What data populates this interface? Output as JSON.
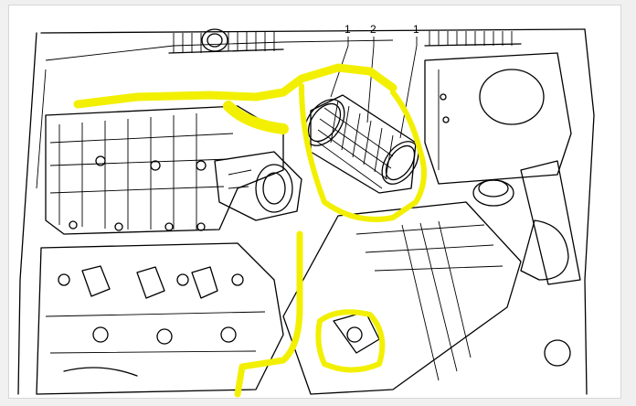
{
  "figure": {
    "callouts": [
      {
        "id": "callout-1-left",
        "text": "1"
      },
      {
        "id": "callout-2",
        "text": "2"
      },
      {
        "id": "callout-1-right",
        "text": "1"
      }
    ],
    "highlight_color": "#f2f000",
    "line_color": "#000000",
    "background": "#ffffff"
  }
}
